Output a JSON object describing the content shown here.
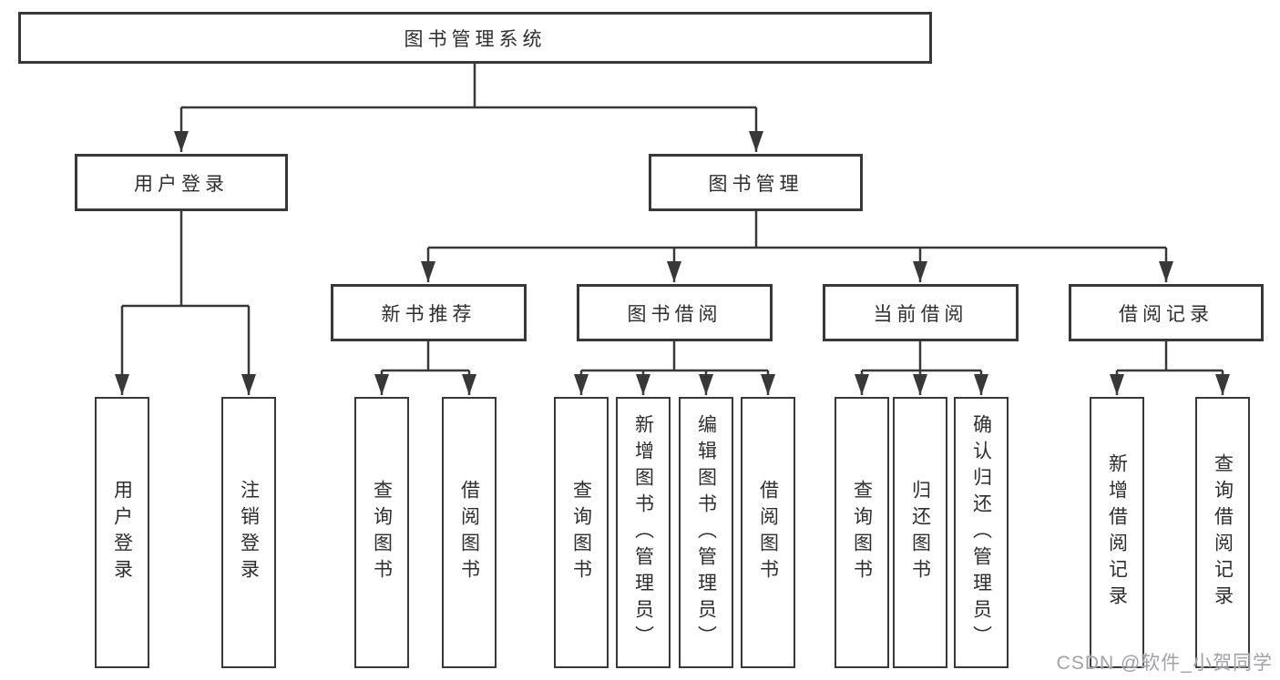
{
  "tree": {
    "label": "图书管理系统",
    "children": [
      {
        "label": "用户登录",
        "children": [
          {
            "label": "用户登录"
          },
          {
            "label": "注销登录"
          }
        ]
      },
      {
        "label": "图书管理",
        "children": [
          {
            "label": "新书推荐",
            "children": [
              {
                "label": "查询图书"
              },
              {
                "label": "借阅图书"
              }
            ]
          },
          {
            "label": "图书借阅",
            "children": [
              {
                "label": "查询图书"
              },
              {
                "label": "新增图书（管理员）"
              },
              {
                "label": "编辑图书（管理员）"
              },
              {
                "label": "借阅图书"
              }
            ]
          },
          {
            "label": "当前借阅",
            "children": [
              {
                "label": "查询图书"
              },
              {
                "label": "归还图书"
              },
              {
                "label": "确认归还（管理员）"
              }
            ]
          },
          {
            "label": "借阅记录",
            "children": [
              {
                "label": "新增借阅记录"
              },
              {
                "label": "查询借阅记录"
              }
            ]
          }
        ]
      }
    ]
  },
  "watermark": {
    "text": "CSDN @软件_小贺同学"
  },
  "colors": {
    "line": "#383838",
    "text": "#2e2e2e",
    "watermark": "#a2a2a6",
    "background": "#ffffff"
  }
}
